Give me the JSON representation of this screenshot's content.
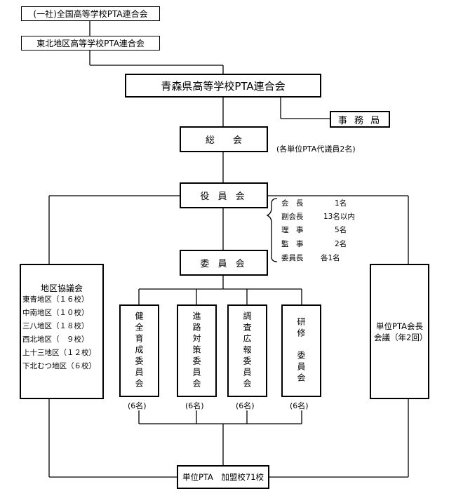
{
  "national": "(一社)全国高等学校PTA連合会",
  "tohoku": "東北地区高等学校PTA連合会",
  "aomori": "青森県高等学校PTA連合会",
  "secretariat": "事 務 局",
  "general_assembly": "総　　会",
  "general_assembly_note": "(各単位PTA代議員2名)",
  "officers_meeting": "役 員 会",
  "officers": [
    {
      "role": "会　長",
      "count": "1名"
    },
    {
      "role": "副会長",
      "count": "13名以内"
    },
    {
      "role": "理　事",
      "count": "5名"
    },
    {
      "role": "監　事",
      "count": "2名"
    },
    {
      "role": "委員長",
      "count": "各1名"
    }
  ],
  "committee": "委 員 会",
  "district": {
    "title": "地区協議会",
    "items": [
      "東青地区（１６校）",
      "中南地区（１０校）",
      "三八地区（１８校）",
      "西北地区（　９校）",
      "上十三地区（１２校）",
      "下北むつ地区（６校）"
    ]
  },
  "committees": [
    {
      "name": "健全育成委員会",
      "count": "(6名)"
    },
    {
      "name": "進路対策委員会",
      "count": "(6名)"
    },
    {
      "name": "調査広報委員会",
      "count": "(6名)"
    },
    {
      "name": "研修　委員会",
      "count": "(6名)"
    }
  ],
  "unit_chairs": "単位PTA会長会議（年2回）",
  "member_schools": "単位PTA　加盟校71校"
}
